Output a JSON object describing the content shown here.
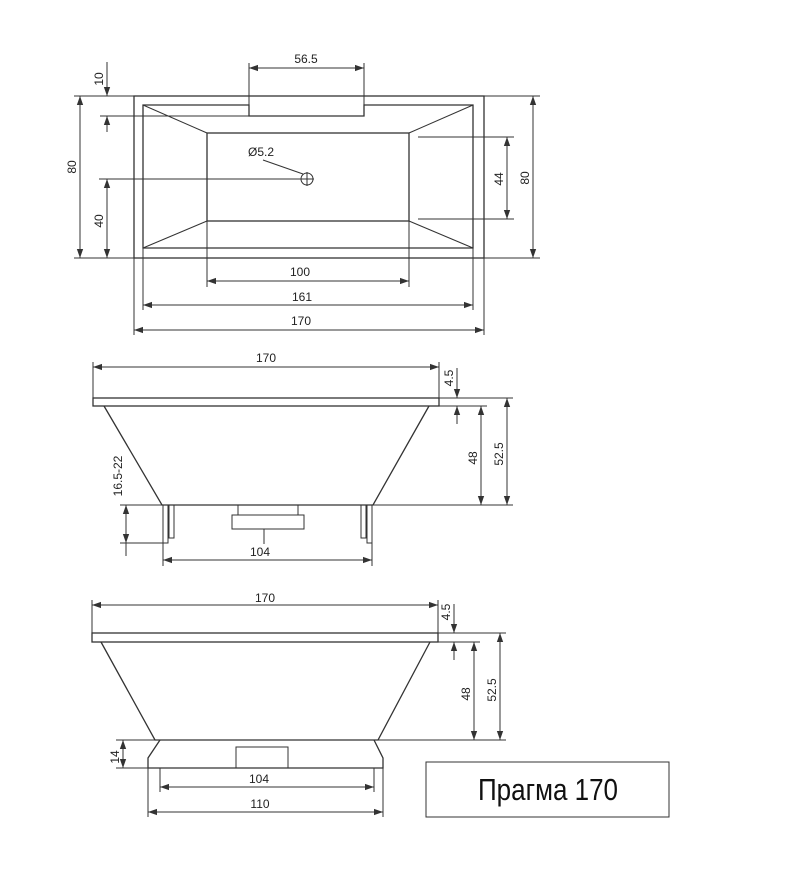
{
  "top_view": {
    "overflow_width": "56.5",
    "rim_offset": "10",
    "total_width_left": "80",
    "drain_height": "40",
    "drain_diameter": "Ø5.2",
    "inner_width": "44",
    "total_width_right": "80",
    "bottom_length": "100",
    "inner_length": "161",
    "total_length": "170"
  },
  "side_view": {
    "total_length": "170",
    "rim_thickness": "4.5",
    "inner_depth": "48",
    "total_depth": "52.5",
    "leg_height": "16.5-22",
    "leg_spacing": "104"
  },
  "front_view": {
    "total_length": "170",
    "rim_thickness": "4.5",
    "inner_depth": "48",
    "total_depth": "52.5",
    "base_height": "14",
    "base_inner": "104",
    "base_outer": "110"
  },
  "title_box": {
    "title": "Прагма 170"
  }
}
